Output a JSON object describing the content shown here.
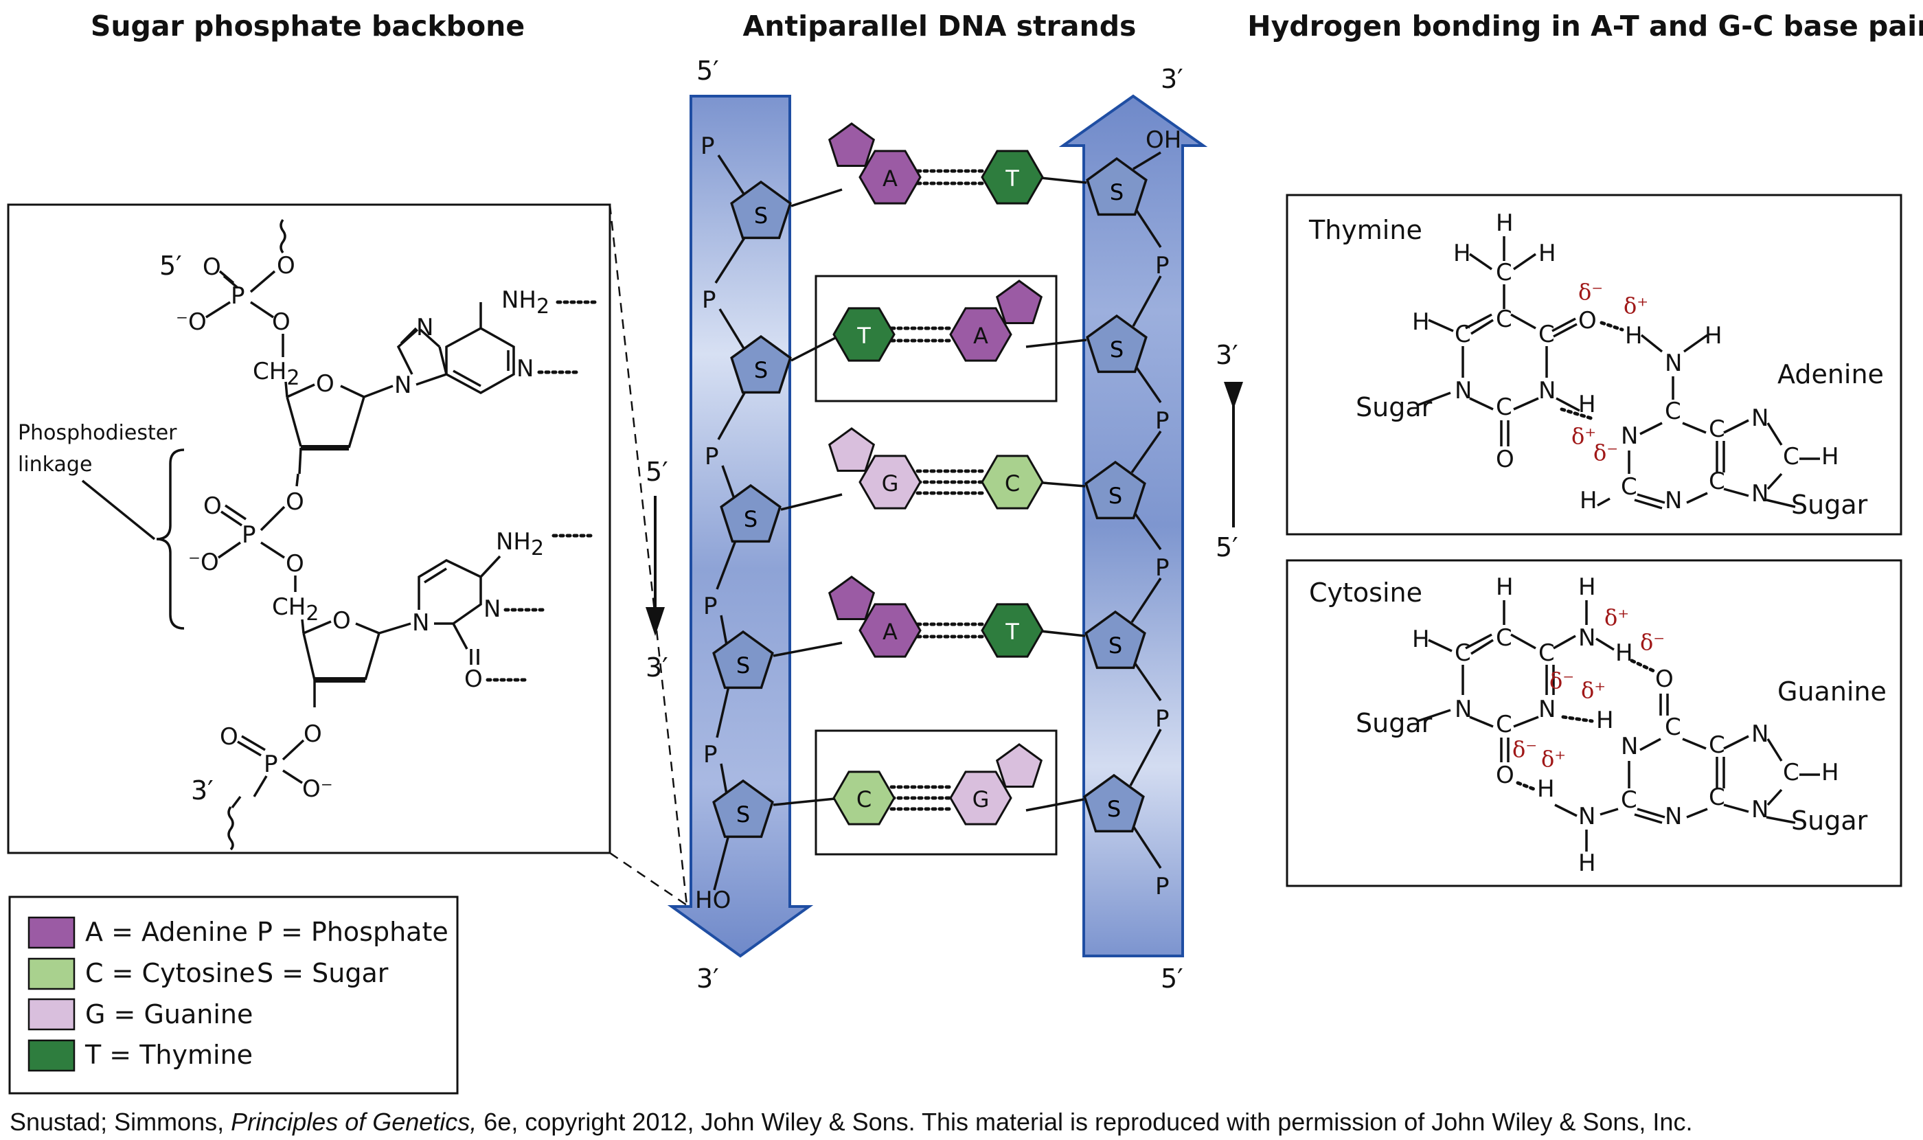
{
  "headings": {
    "backbone": "Sugar phosphate backbone",
    "antiparallel": "Antiparallel DNA strands",
    "hbond": "Hydrogen bonding in A-T and G-C base pairs"
  },
  "backbone": {
    "five_prime": "5′",
    "three_prime": "3′",
    "ch2": "CH",
    "ch2_sub": "2",
    "nh2": "NH",
    "nh2_sub": "2",
    "phosphodiester_line1": "Phosphodiester",
    "phosphodiester_line2": "linkage",
    "atoms": {
      "O": "O",
      "P": "P",
      "N": "N",
      "minus_o": "⁻O",
      "o_minus": "O⁻"
    }
  },
  "strands": {
    "left_top": "5′",
    "left_bottom": "3′",
    "right_top": "3′",
    "right_bottom": "5′",
    "oh": "OH",
    "ho": "HO",
    "sugar": "S",
    "phosphate": "P",
    "left_arrow_top": "5′",
    "left_arrow_bottom": "3′",
    "right_arrow_top": "3′",
    "right_arrow_bottom": "5′",
    "pairs": [
      {
        "left": "A",
        "right": "T"
      },
      {
        "left": "T",
        "right": "A"
      },
      {
        "left": "G",
        "right": "C"
      },
      {
        "left": "A",
        "right": "T"
      },
      {
        "left": "C",
        "right": "G"
      }
    ]
  },
  "base_colors": {
    "A": "#9b5ba4",
    "C": "#a9d18e",
    "G": "#d9bfdd",
    "T": "#2e7d3e"
  },
  "strand_color": "#7c94cf",
  "legend": {
    "items": [
      {
        "key": "A",
        "text": "A = Adenine"
      },
      {
        "key": "C",
        "text": "C = Cytosine"
      },
      {
        "key": "G",
        "text": "G = Guanine"
      },
      {
        "key": "T",
        "text": "T = Thymine"
      }
    ],
    "phosphate": "P = Phosphate",
    "sugar": "S = Sugar"
  },
  "hbond_panels": {
    "thymine": "Thymine",
    "adenine": "Adenine",
    "cytosine": "Cytosine",
    "guanine": "Guanine",
    "sugar": "Sugar",
    "delta_minus": "δ⁻",
    "delta_plus": "δ⁺",
    "atoms": {
      "H": "H",
      "C": "C",
      "N": "N",
      "O": "O"
    }
  },
  "credit": {
    "authors": "Snustad; Simmons, ",
    "book": "Principles of Genetics,",
    "rest": " 6e, copyright 2012, John Wiley & Sons. This material is reproduced with permission of John Wiley & Sons, Inc."
  }
}
